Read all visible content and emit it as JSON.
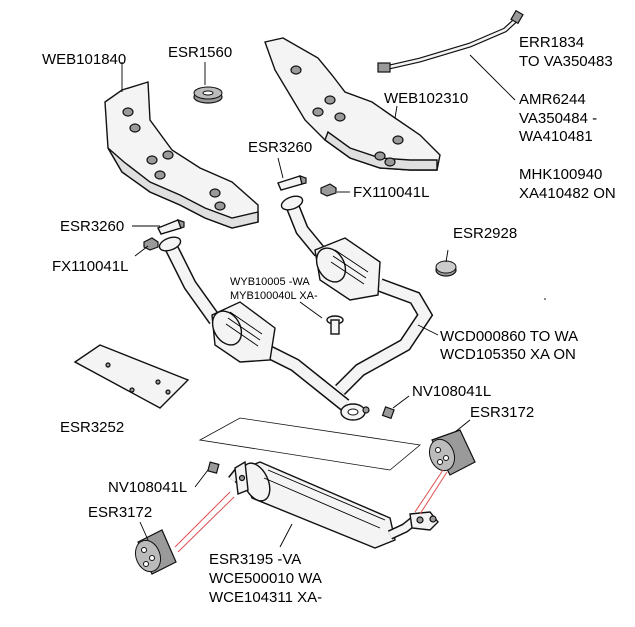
{
  "labels": {
    "web101840": "WEB101840",
    "esr1560": "ESR1560",
    "err1834_a": "ERR1834",
    "err1834_b": "TO VA350483",
    "web102310": "WEB102310",
    "amr6244_a": "AMR6244",
    "amr6244_b": "VA350484 -",
    "amr6244_c": "WA410481",
    "mhk100940_a": "MHK100940",
    "mhk100940_b": "XA410482 ON",
    "esr3260_top": "ESR3260",
    "fx110041l_top": "FX110041L",
    "esr3260_left": "ESR3260",
    "esr2928": "ESR2928",
    "fx110041l_left": "FX110041L",
    "wyb_a": "WYB10005 -WA",
    "wyb_b": "MYB100040L XA-",
    "wcd_a": "WCD000860 TO WA",
    "wcd_b": "WCD105350 XA ON",
    "esr3252": "ESR3252",
    "nv108041l_right": "NV108041L",
    "esr3172_right": "ESR3172",
    "nv108041l_left": "NV108041L",
    "esr3172_left": "ESR3172",
    "esr3195_a": "ESR3195 -VA",
    "esr3195_b": "WCE500010 WA",
    "esr3195_c": "WCE104311 XA-"
  }
}
